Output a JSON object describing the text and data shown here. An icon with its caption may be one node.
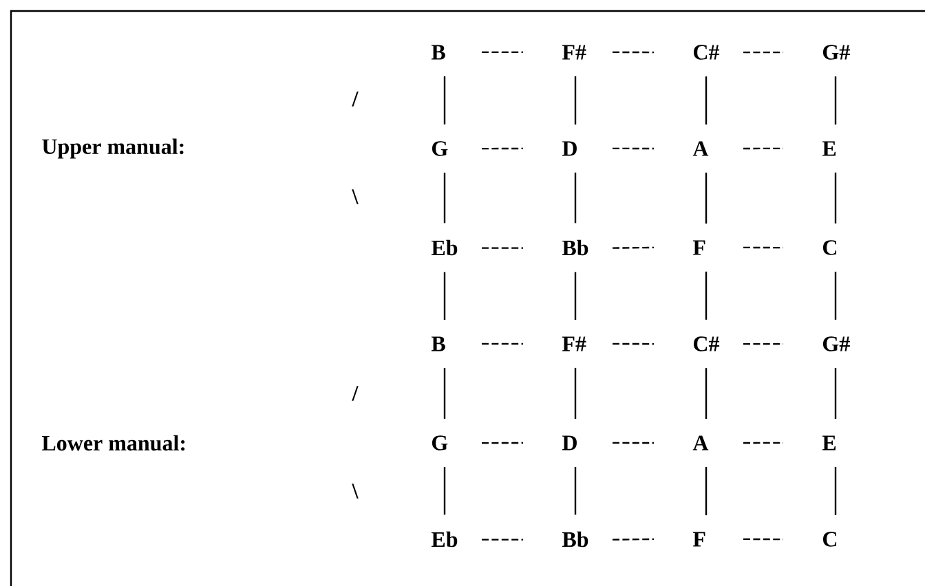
{
  "diagram": {
    "nodes": [
      {
        "text": [
          "B"
        ]
      },
      {
        "text": [
          "F#"
        ]
      },
      {
        "text": [
          "C#"
        ]
      },
      {
        "text": [
          "G#"
        ]
      },
      {
        "text": [
          "G"
        ]
      },
      {
        "text": [
          "D"
        ]
      },
      {
        "text": [
          "A"
        ]
      },
      {
        "text": [
          "E"
        ]
      },
      {
        "text": [
          "Eb"
        ]
      },
      {
        "text": [
          "Bb"
        ]
      },
      {
        "text": [
          "F"
        ]
      },
      {
        "text": [
          "C"
        ]
      },
      {
        "text": [
          "B"
        ]
      },
      {
        "text": [
          "F#"
        ]
      },
      {
        "text": [
          "C#"
        ]
      },
      {
        "text": [
          "G#"
        ]
      },
      {
        "text": [
          "G"
        ]
      },
      {
        "text": [
          "D"
        ]
      },
      {
        "text": [
          "A"
        ]
      },
      {
        "text": [
          "E"
        ]
      },
      {
        "text": [
          "Eb"
        ]
      },
      {
        "text": [
          "Bb"
        ]
      },
      {
        "text": [
          "F"
        ]
      },
      {
        "text": [
          "C"
        ]
      }
    ],
    "edges": [
      {
        "from": 0,
        "to": 1,
        "arrow": "none",
        "style": "dashed"
      },
      {
        "from": 1,
        "to": 2,
        "arrow": "none",
        "style": "dashed"
      },
      {
        "from": 2,
        "to": 3,
        "arrow": "none",
        "style": "dashed"
      },
      {
        "from": 4,
        "to": 5,
        "arrow": "none",
        "style": "dashed"
      },
      {
        "from": 5,
        "to": 6,
        "arrow": "none",
        "style": "dashed"
      },
      {
        "from": 6,
        "to": 7,
        "arrow": "none",
        "style": "dashed"
      },
      {
        "from": 8,
        "to": 9,
        "arrow": "none",
        "style": "dashed"
      },
      {
        "from": 9,
        "to": 10,
        "arrow": "none",
        "style": "dashed"
      },
      {
        "from": 10,
        "to": 11,
        "arrow": "none",
        "style": "dashed"
      },
      {
        "from": 12,
        "to": 13,
        "arrow": "none",
        "style": "dashed"
      },
      {
        "from": 13,
        "to": 14,
        "arrow": "none",
        "style": "dashed"
      },
      {
        "from": 14,
        "to": 15,
        "arrow": "none",
        "style": "dashed"
      },
      {
        "from": 16,
        "to": 17,
        "arrow": "none",
        "style": "dashed"
      },
      {
        "from": 17,
        "to": 18,
        "arrow": "none",
        "style": "dashed"
      },
      {
        "from": 18,
        "to": 19,
        "arrow": "none",
        "style": "dashed"
      },
      {
        "from": 20,
        "to": 21,
        "arrow": "none",
        "style": "dashed"
      },
      {
        "from": 21,
        "to": 22,
        "arrow": "none",
        "style": "dashed"
      },
      {
        "from": 22,
        "to": 23,
        "arrow": "none",
        "style": "dashed"
      },
      {
        "from": 0,
        "to": 4,
        "arrow": "none"
      },
      {
        "from": 1,
        "to": 5,
        "arrow": "none"
      },
      {
        "from": 2,
        "to": 6,
        "arrow": "none"
      },
      {
        "from": 3,
        "to": 7,
        "arrow": "none"
      },
      {
        "from": 4,
        "to": 8,
        "arrow": "none"
      },
      {
        "from": 5,
        "to": 9,
        "arrow": "none"
      },
      {
        "from": 6,
        "to": 10,
        "arrow": "none"
      },
      {
        "from": 7,
        "to": 11,
        "arrow": "none"
      },
      {
        "from": 8,
        "to": 12,
        "arrow": "none"
      },
      {
        "from": 9,
        "to": 13,
        "arrow": "none"
      },
      {
        "from": 10,
        "to": 14,
        "arrow": "none"
      },
      {
        "from": 11,
        "to": 15,
        "arrow": "none"
      },
      {
        "from": 12,
        "to": 16,
        "arrow": "none"
      },
      {
        "from": 13,
        "to": 17,
        "arrow": "none"
      },
      {
        "from": 14,
        "to": 18,
        "arrow": "none"
      },
      {
        "from": 15,
        "to": 19,
        "arrow": "none"
      },
      {
        "from": 16,
        "to": 20,
        "arrow": "none"
      },
      {
        "from": 17,
        "to": 21,
        "arrow": "none"
      },
      {
        "from": 18,
        "to": 22,
        "arrow": "none"
      },
      {
        "from": 19,
        "to": 23,
        "arrow": "none"
      }
    ],
    "labels": [
      "/",
      "Upper manual:",
      "\\",
      "/",
      "Lower manual:",
      "\\"
    ]
  }
}
